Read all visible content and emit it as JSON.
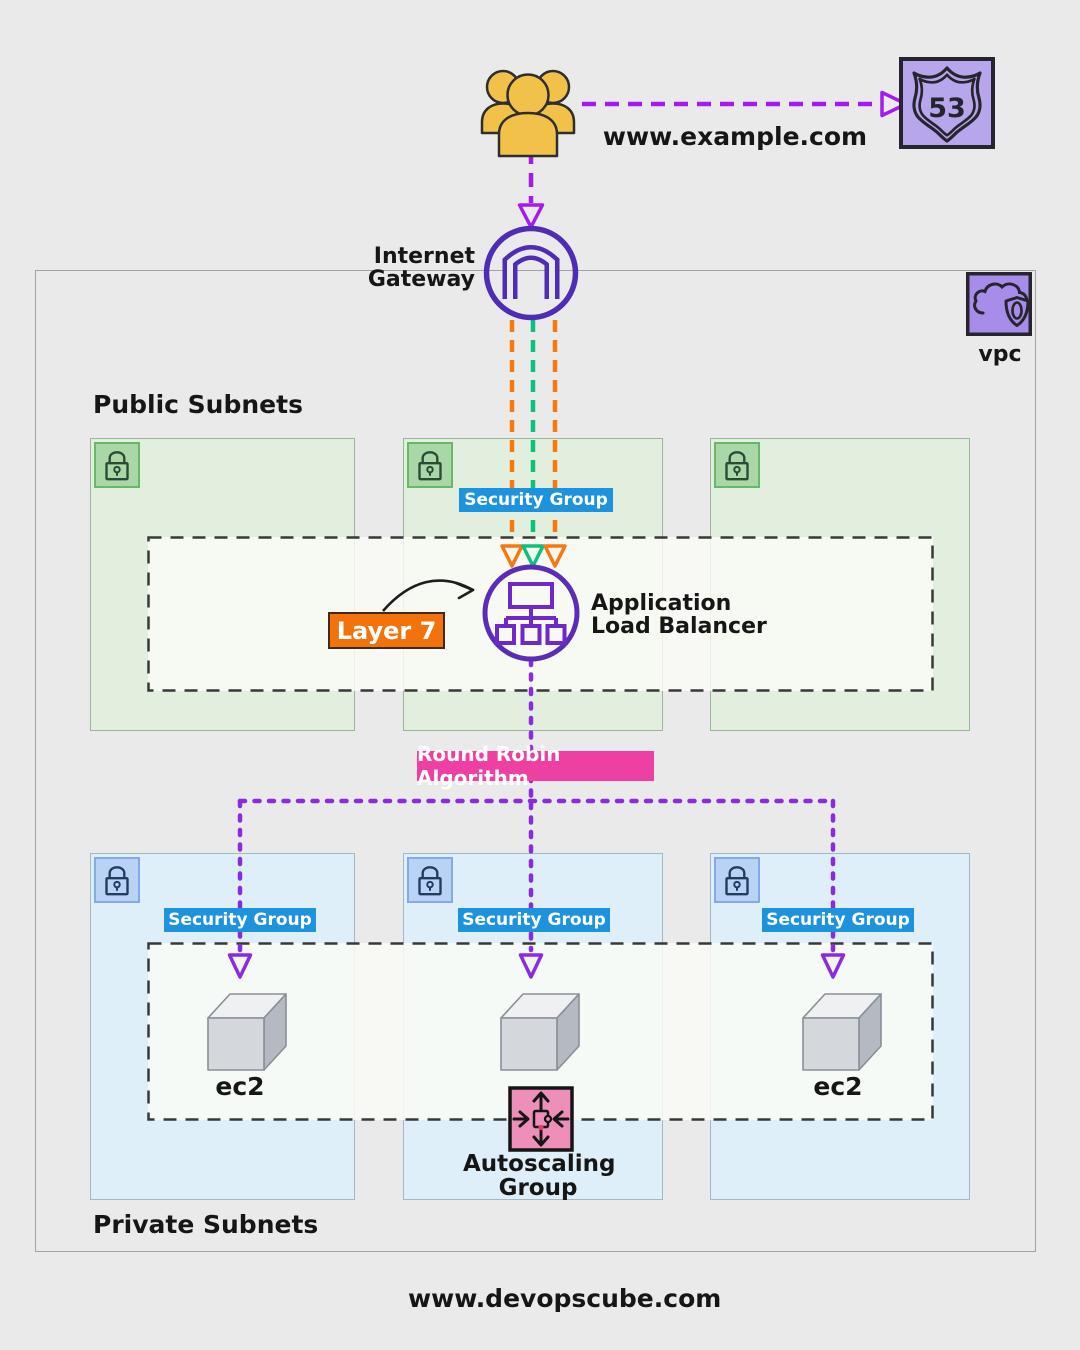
{
  "header": {
    "domain_label": "www.example.com",
    "route53_number": "53"
  },
  "internet_gateway": {
    "line1": "Internet",
    "line2": "Gateway"
  },
  "vpc": {
    "label": "vpc"
  },
  "public": {
    "title": "Public Subnets",
    "security_group": "Security Group",
    "alb_line1": "Application",
    "alb_line2": "Load Balancer",
    "layer7": "Layer 7",
    "round_robin": "Round Robin Algorithm"
  },
  "private": {
    "title": "Private Subnets",
    "security_groups": [
      "Security Group",
      "Security Group",
      "Security Group"
    ],
    "ec2_labels": [
      "ec2",
      "ec2"
    ],
    "autoscaling_line1": "Autoscaling",
    "autoscaling_line2": "Group"
  },
  "footer": {
    "site": "www.devopscube.com"
  },
  "colors": {
    "purple_dashed_arrow": "#a619ef",
    "purple_dotted_line": "#8b2be0",
    "orange_dashed_arrow": "#f5790f",
    "green_dashed_arrow": "#0cc07e",
    "igw_alb_purple": "#4f2cb5",
    "security_group_blue": "#1d93dd",
    "layer7_orange": "#f2720c",
    "round_robin_pink": "#ee3fa2",
    "route53_fill": "#b7a6ec",
    "vpc_icon_fill": "#a88ce9",
    "users_yellow": "#f2c14a",
    "autoscaling_pink": "#ee8fb9"
  }
}
